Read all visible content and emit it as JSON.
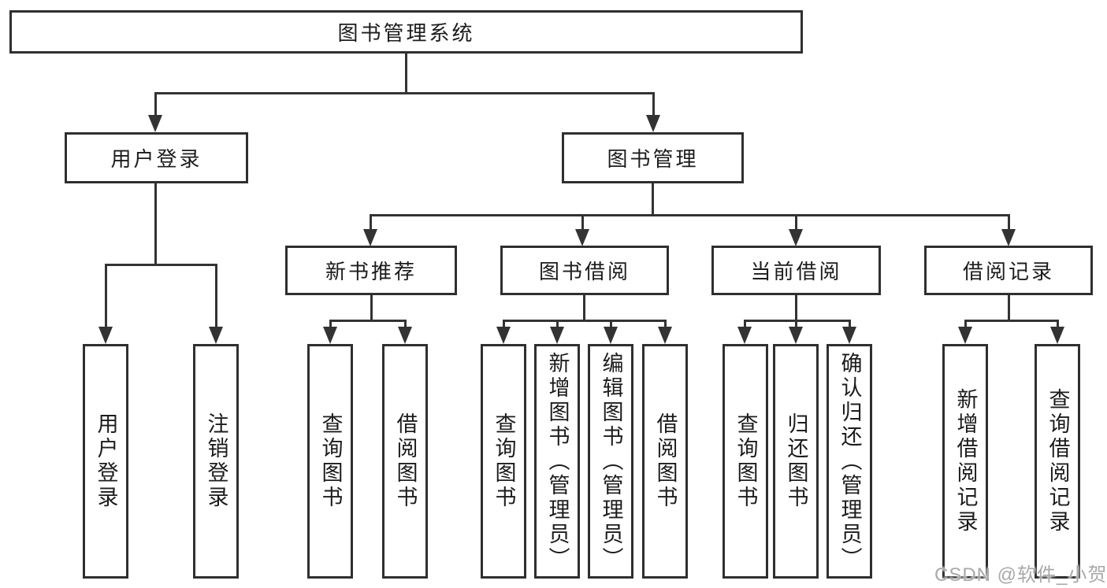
{
  "diagram": {
    "root": {
      "label": "图书管理系统"
    },
    "login": {
      "label": "用户登录",
      "children": [
        {
          "label": "用户登录"
        },
        {
          "label": "注销登录"
        }
      ]
    },
    "management": {
      "label": "图书管理"
    },
    "sections": [
      {
        "label": "新书推荐",
        "children": [
          {
            "label": "查询图书"
          },
          {
            "label": "借阅图书"
          }
        ]
      },
      {
        "label": "图书借阅",
        "children": [
          {
            "label": "查询图书"
          },
          {
            "label": "新增图书（管理员）"
          },
          {
            "label": "编辑图书（管理员）"
          },
          {
            "label": "借阅图书"
          }
        ]
      },
      {
        "label": "当前借阅",
        "children": [
          {
            "label": "查询图书"
          },
          {
            "label": "归还图书"
          },
          {
            "label": "确认归还（管理员）"
          }
        ]
      },
      {
        "label": "借阅记录",
        "children": [
          {
            "label": "新增借阅记录"
          },
          {
            "label": "查询借阅记录"
          }
        ]
      }
    ],
    "watermark": "CSDN @软件_小贺同学",
    "colors": {
      "line": "#333333",
      "box_border": "#2f2f2f",
      "text": "#1c1c1c",
      "watermark": "#a9a9a9",
      "background": "#ffffff"
    }
  }
}
